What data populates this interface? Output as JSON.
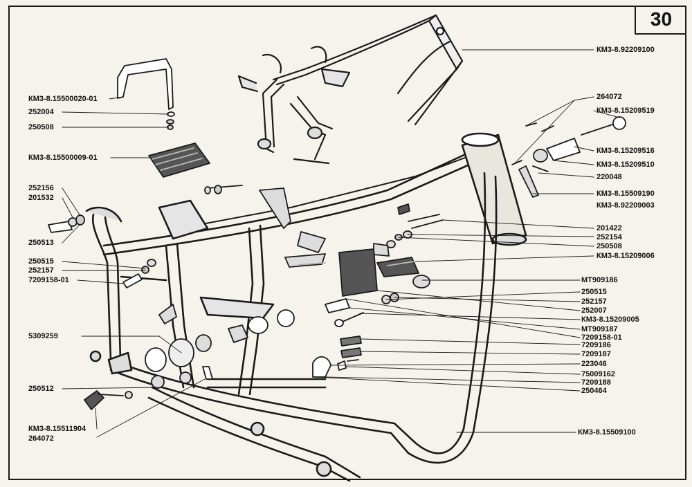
{
  "page_number": "30",
  "labels_left": [
    "КМ3-8.15500020-01",
    "252004",
    "250508",
    "КМ3-8.15500009-01",
    "252156",
    "201532",
    "250513",
    "250515",
    "252157",
    "7209158-01",
    "5309259",
    "250512",
    "КМ3-8.15511904",
    "264072"
  ],
  "labels_right": [
    "КМ3-8.92209100",
    "264072",
    "КМ3-8.15209519",
    "КМ3-8.15209516",
    "КМ3-8.15209510",
    "220048",
    "КМ3-8.15509190",
    "КМ3-8.92209003",
    "201422",
    "252154",
    "250508",
    "КМ3-8.15209006",
    "МТ909186",
    "250515",
    "252157",
    "252007",
    "КМ3-8.15209005",
    "МТ909187",
    "7209158-01",
    "7209186",
    "7209187",
    "223046",
    "75009162",
    "7209188",
    "250464",
    "КМ3-8.15509100"
  ]
}
